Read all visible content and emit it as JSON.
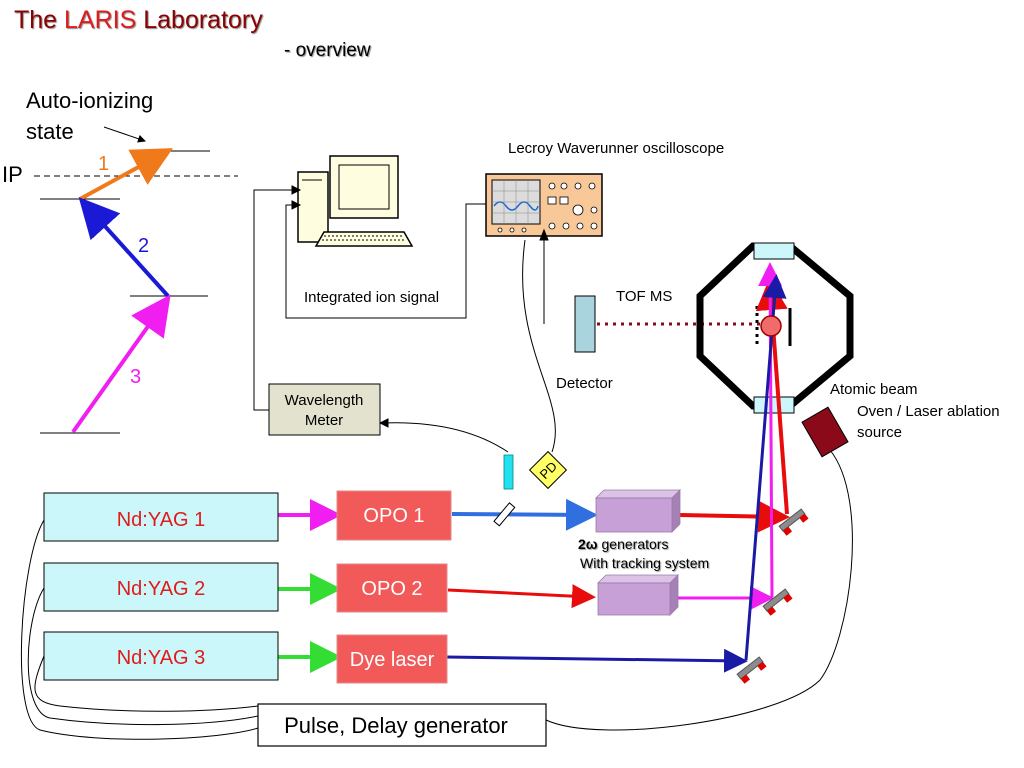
{
  "title": {
    "prefix": "The ",
    "highlight": "LARIS",
    "suffix": " Laboratory",
    "color_main": "#8b0000",
    "color_highlight": "#e01b1b"
  },
  "subtitle": "- overview",
  "energy_diagram": {
    "state_label_line1": "Auto-ionizing",
    "state_label_line2": "state",
    "ip_label": "IP",
    "steps": [
      {
        "label": "1",
        "color": "#f07a1a"
      },
      {
        "label": "2",
        "color": "#1a1ad6"
      },
      {
        "label": "3",
        "color": "#f01ef0"
      }
    ]
  },
  "labels": {
    "oscilloscope": "Lecroy Waverunner oscilloscope",
    "integrated_signal": "Integrated ion signal",
    "tof_ms": "TOF MS",
    "detector": "Detector",
    "atomic_beam": "Atomic beam",
    "oven_line1": "Oven / Laser ablation",
    "oven_line2": "source",
    "pd": "PD",
    "generators_bold": "2ω",
    "generators_rest": " generators",
    "tracking": "With tracking system"
  },
  "wavelength_meter": {
    "line1": "Wavelength",
    "line2": "Meter"
  },
  "pump_lasers": [
    "Nd:YAG 1",
    "Nd:YAG 2",
    "Nd:YAG 3"
  ],
  "dye_units": [
    "OPO 1",
    "OPO 2",
    "Dye laser"
  ],
  "pulse_generator": "Pulse, Delay generator",
  "colors": {
    "laser_box_fill": "#ccf7fa",
    "opo_fill": "#f25a5a",
    "red_beam": "#e80c0c",
    "blue_beam": "#1a1aa6",
    "magenta_beam": "#f01ef0",
    "green_beam": "#33dd33",
    "wm_fill": "#e2e2cf",
    "generator_fill": "#c8a0d8",
    "dotted_beam": "#8b0a1a"
  }
}
